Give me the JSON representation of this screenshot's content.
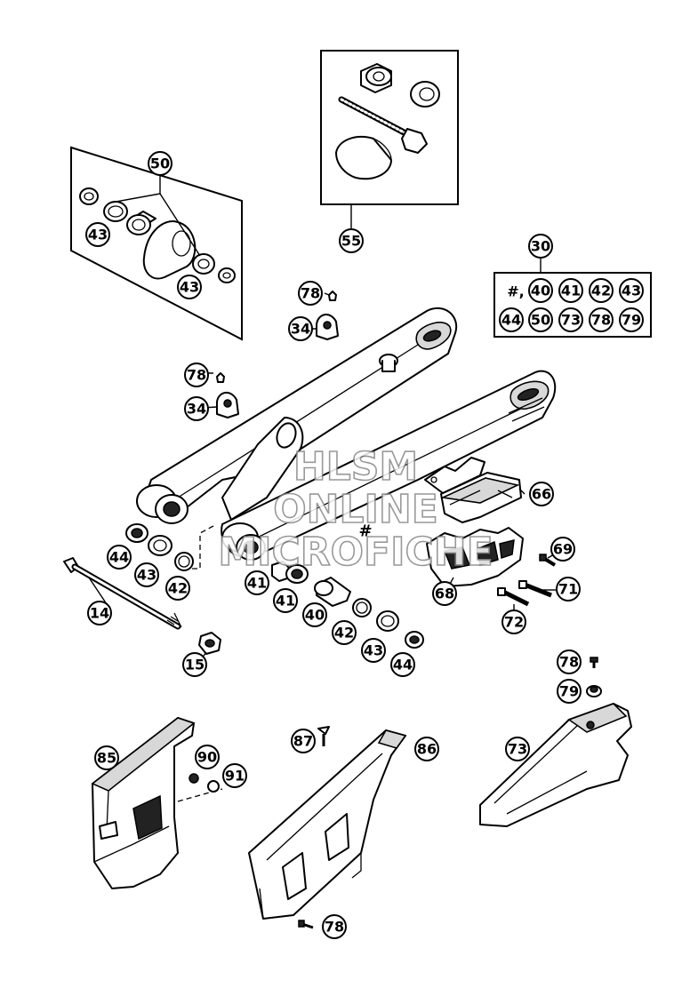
{
  "labels": {
    "l50": "50",
    "l43a": "43",
    "l43b": "43",
    "l55": "55",
    "l30": "30",
    "k_hash": "#,",
    "k40": "40",
    "k41": "41",
    "k42": "42",
    "k43": "43",
    "k44": "44",
    "k50": "50",
    "k73": "73",
    "k78": "78",
    "k79": "79",
    "l78a": "78",
    "l34a": "34",
    "l78b": "78",
    "l34b": "34",
    "l66": "66",
    "l69": "69",
    "l68": "68",
    "l71": "71",
    "l72": "72",
    "l44a": "44",
    "l43c": "43",
    "l42a": "42",
    "l14": "14",
    "l15": "15",
    "l41a": "41",
    "l41b": "41",
    "l40": "40",
    "l42b": "42",
    "l43d": "43",
    "l44b": "44",
    "l78c": "78",
    "l79": "79",
    "l73": "73",
    "l85": "85",
    "l90": "90",
    "l91": "91",
    "l87": "87",
    "l86": "86",
    "l78d": "78",
    "hash_mark": "#"
  },
  "watermark": {
    "line1": "HLSM",
    "line2": "ONLINE",
    "line3": "MICROFICHE"
  }
}
